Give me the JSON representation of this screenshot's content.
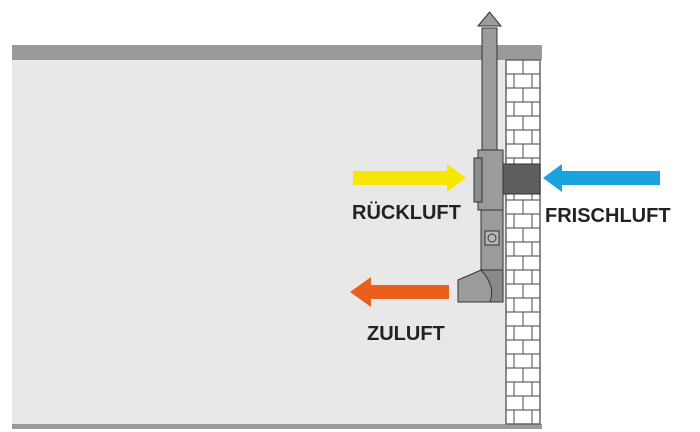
{
  "labels": {
    "return_air": "RÜCKLUFT",
    "fresh_air": "FRISCHLUFT",
    "supply_air": "ZULUFT"
  },
  "colors": {
    "return_air_arrow": "#f7e600",
    "fresh_air_arrow": "#1aa3dd",
    "supply_air_arrow": "#e8601c",
    "room": "#e8e8e8",
    "ceiling_floor": "#9a9a9a",
    "duct": "#9b9b9b",
    "fresh_air_duct": "#5e5e5e",
    "wall": "#ffffff",
    "brick_line": "#666666"
  }
}
